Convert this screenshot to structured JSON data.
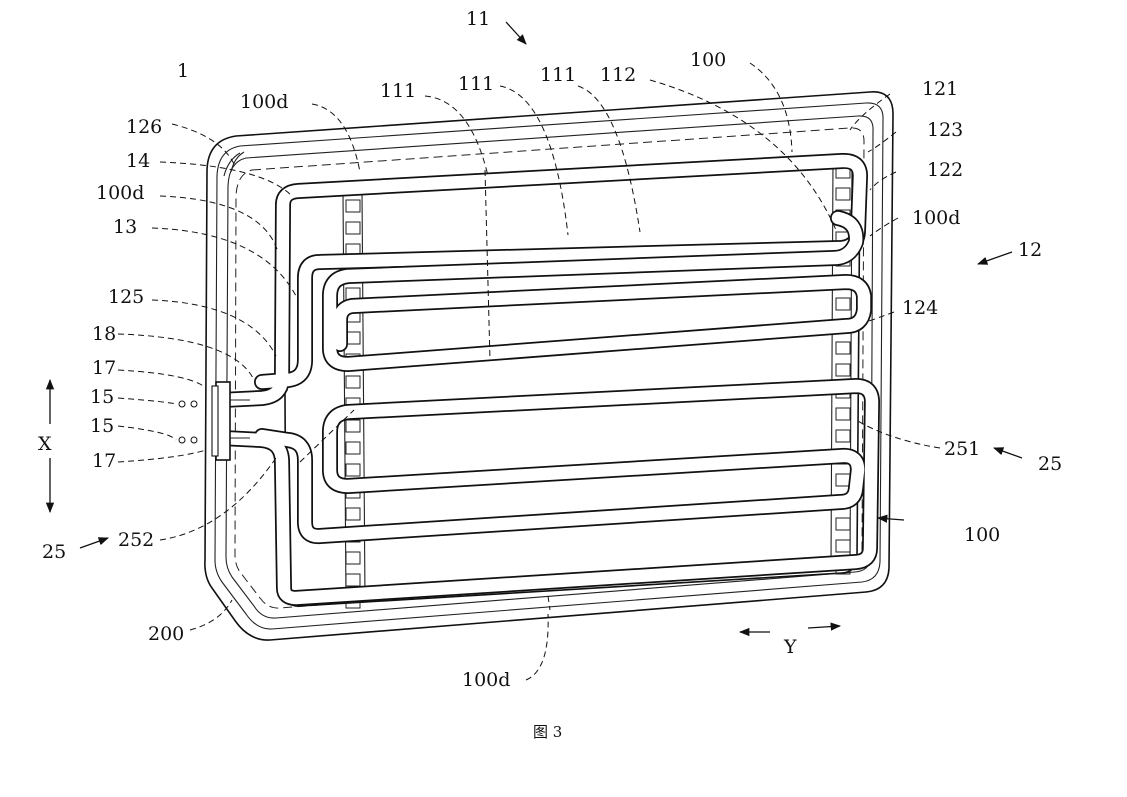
{
  "figure": {
    "caption": "图 3",
    "labels": {
      "l11": "11",
      "l1": "1",
      "l100_top": "100",
      "l100d_top": "100d",
      "l111_a": "111",
      "l111_b": "111",
      "l111_c": "111",
      "l112": "112",
      "l121": "121",
      "l123": "123",
      "l126": "126",
      "l122": "122",
      "l14": "14",
      "l100d_left": "100d",
      "l100d_right": "100d",
      "l13": "13",
      "l12": "12",
      "l125": "125",
      "l124": "124",
      "l18": "18",
      "l17_top": "17",
      "l15_top": "15",
      "l15_bot": "15",
      "l17_bot": "17",
      "l251": "251",
      "l25_right": "25",
      "lX": "X",
      "l25_left": "25",
      "l252": "252",
      "l100_right": "100",
      "l200": "200",
      "lY": "Y",
      "l100d_bottom": "100d"
    }
  }
}
